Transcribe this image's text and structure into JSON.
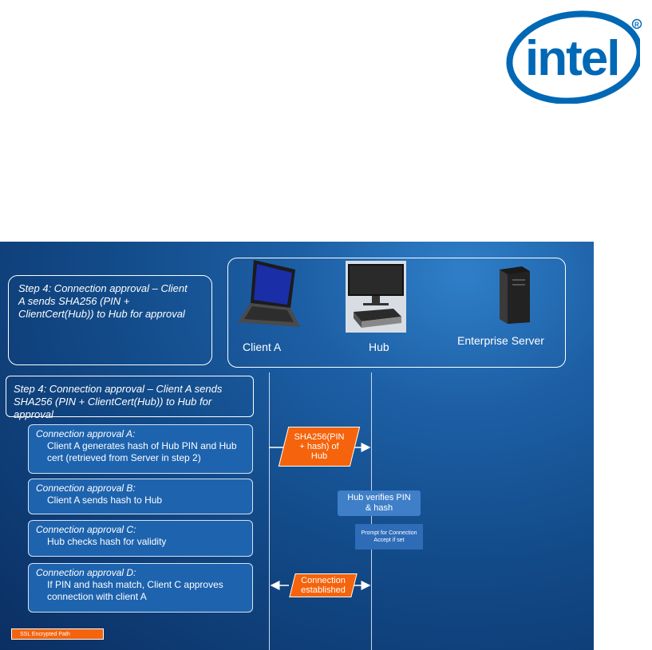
{
  "logo": {
    "text": "intel"
  },
  "devices": {
    "client": "Client A",
    "hub": "Hub",
    "server": "Enterprise Server"
  },
  "step_box_top": "Step 4: Connection approval – Client A sends SHA256 (PIN + ClientCert(Hub)) to Hub for approval",
  "step_box_wide": "Step 4: Connection approval – Client A sends SHA256 (PIN + ClientCert(Hub)) to Hub for approval",
  "approvals": [
    {
      "title": "Connection approval A:",
      "body": "Client A generates hash of Hub PIN and Hub cert (retrieved from Server in step 2)"
    },
    {
      "title": "Connection approval B:",
      "body": "Client A sends hash to Hub"
    },
    {
      "title": "Connection approval C:",
      "body": "Hub checks hash for validity"
    },
    {
      "title": "Connection approval D:",
      "body": "If PIN and hash match, Client C approves connection with client A"
    }
  ],
  "flow": {
    "sha_msg": "SHA256(PIN + hash) of Hub",
    "hub_verifies": "Hub verifies PIN & hash",
    "prompt": "Prompt for Connection Accept if set",
    "established": "Connection established"
  },
  "legend": {
    "label": "SSL Encrypted Path"
  },
  "colors": {
    "intel_blue": "#0068b5",
    "orange": "#f5630c",
    "slide_blue": "#124a88"
  }
}
